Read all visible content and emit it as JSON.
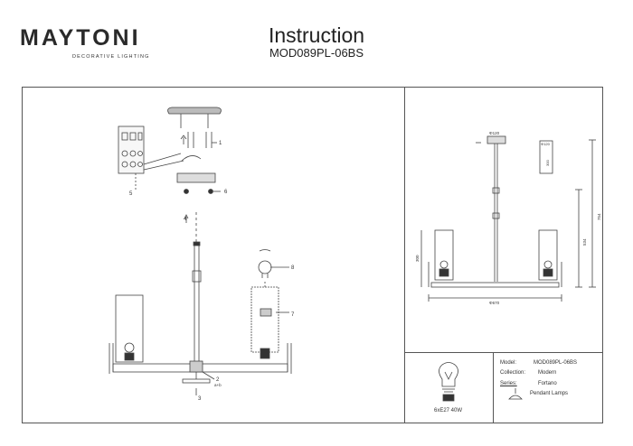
{
  "header": {
    "brand": "MAYTONI",
    "brand_tagline": "DECORATIVE LIGHTING",
    "title": "Instruction",
    "model": "MOD089PL-06BS"
  },
  "assembly_callouts": [
    "1",
    "2",
    "3",
    "4",
    "5",
    "6",
    "7",
    "8"
  ],
  "callout_extra": "a+b",
  "dimensions": {
    "canopy_width": "Φ120",
    "canopy_small_a": "Φ120",
    "canopy_small_b": "300",
    "total_height": "754",
    "body_height": "534",
    "shade_height": "300",
    "span": "Φ670"
  },
  "bulb_spec": "6xE27 40W",
  "info": {
    "model_label": "Model:",
    "model_value": "MOD089PL-06BS",
    "collection_label": "Collection:",
    "collection_value": "Modern",
    "series_label": "Series:",
    "series_value": "Fortano",
    "type_value": "Pendant Lamps"
  }
}
